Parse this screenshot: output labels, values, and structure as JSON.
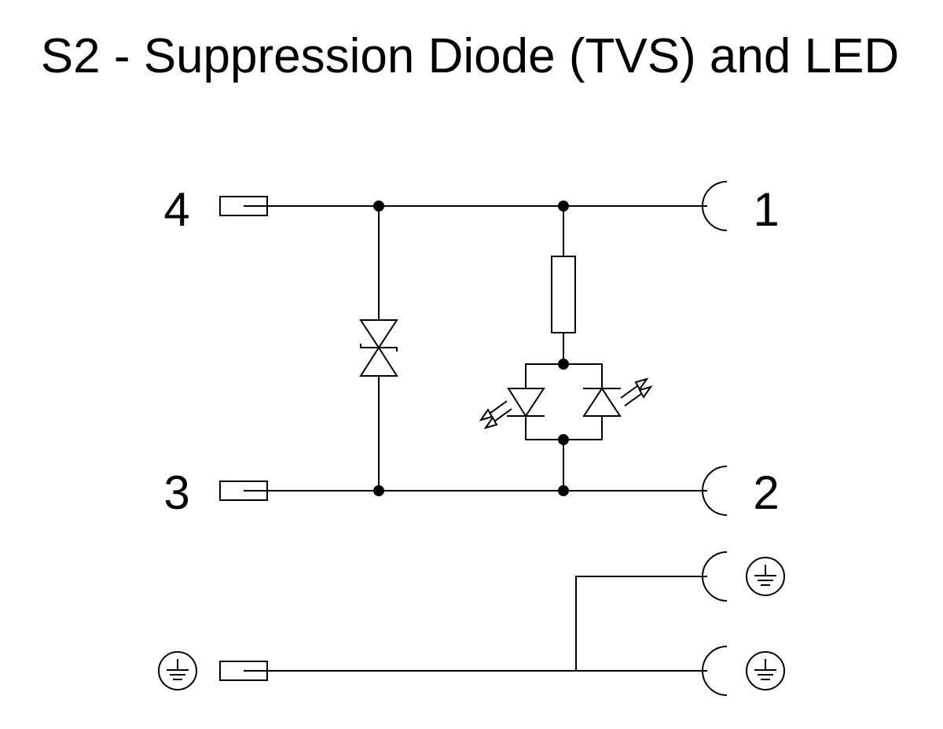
{
  "title": "S2 - Suppression Diode (TVS) and LED",
  "pins": {
    "pin4": "4",
    "pin3": "3",
    "pin1": "1",
    "pin2": "2"
  },
  "components": [
    "male-pin",
    "female-socket",
    "tvs-diode",
    "resistor",
    "led",
    "ground"
  ],
  "colors": {
    "line": "#000000",
    "background": "#ffffff"
  }
}
